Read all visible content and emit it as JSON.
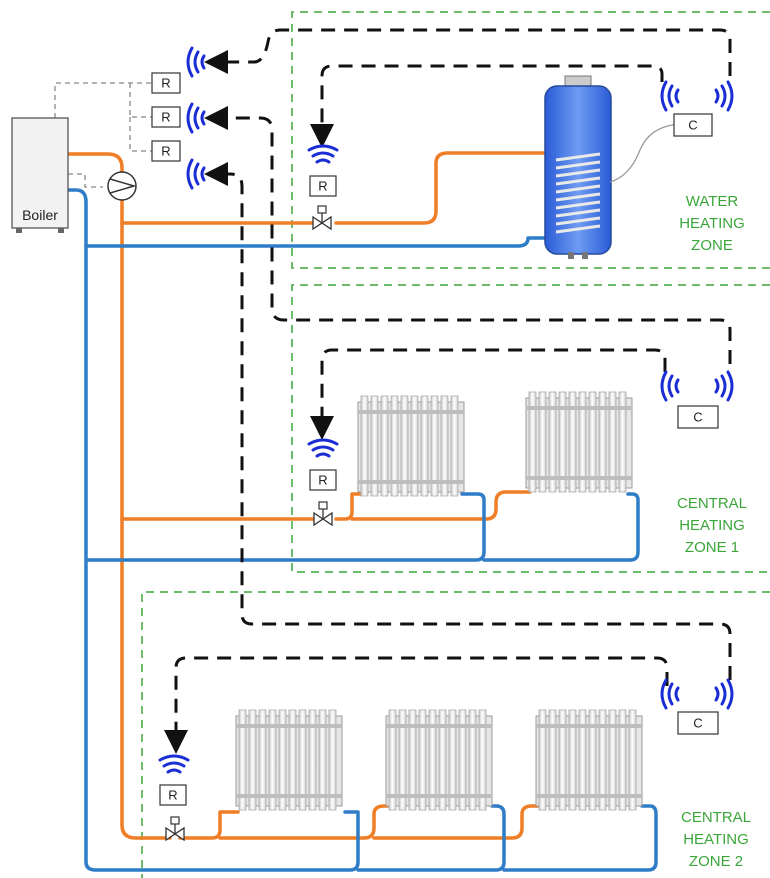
{
  "boiler": {
    "label": "Boiler"
  },
  "receiver_label": "R",
  "controller_label": "C",
  "zones": [
    {
      "id": "water",
      "lines": [
        "WATER",
        "HEATING",
        "ZONE"
      ]
    },
    {
      "id": "ch1",
      "lines": [
        "CENTRAL",
        "HEATING",
        "ZONE 1"
      ]
    },
    {
      "id": "ch2",
      "lines": [
        "CENTRAL",
        "HEATING",
        "ZONE 2"
      ]
    }
  ],
  "colors": {
    "flow_pipe": "#f07e26",
    "return_pipe": "#2f7cc7",
    "zone_border": "#3aa63a",
    "radio_wave": "#1b2ed6"
  }
}
